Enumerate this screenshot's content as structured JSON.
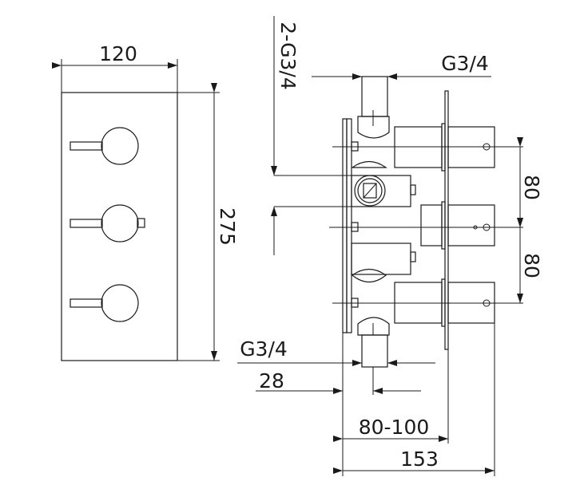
{
  "front_view": {
    "width_label": "120",
    "height_label": "275"
  },
  "side_view": {
    "top_inlet_label": "G3/4",
    "inlets_label": "2-G3/4",
    "spacing_top_label": "80",
    "spacing_bottom_label": "80",
    "bottom_outlet_label": "G3/4",
    "offset_label": "28",
    "depth_range_label": "80-100",
    "total_depth_label": "153"
  }
}
